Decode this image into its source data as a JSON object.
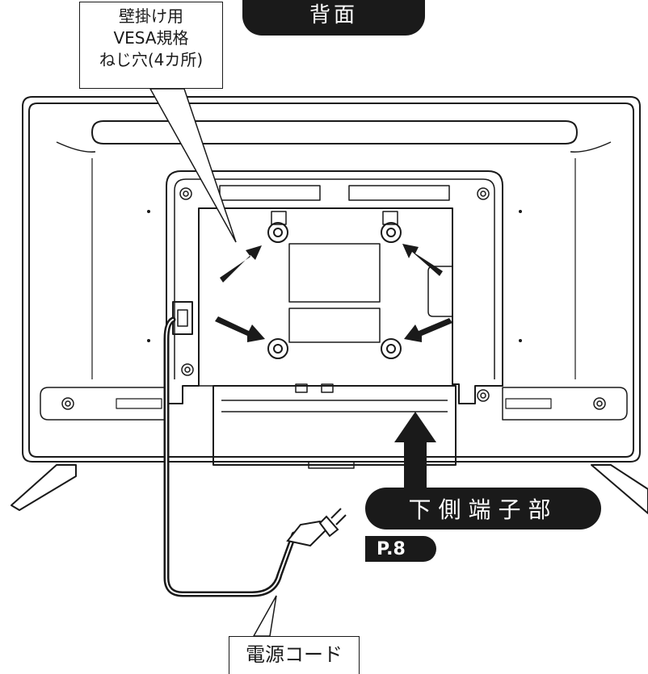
{
  "title": "背面",
  "callouts": {
    "vesa": [
      "壁掛け用",
      "VESA規格",
      "ねじ穴(4カ所)"
    ],
    "terminals": "下側端子部",
    "page_ref": "P.8",
    "power_cord": "電源コード"
  },
  "colors": {
    "ink": "#1a1a1a",
    "paper": "#ffffff"
  }
}
